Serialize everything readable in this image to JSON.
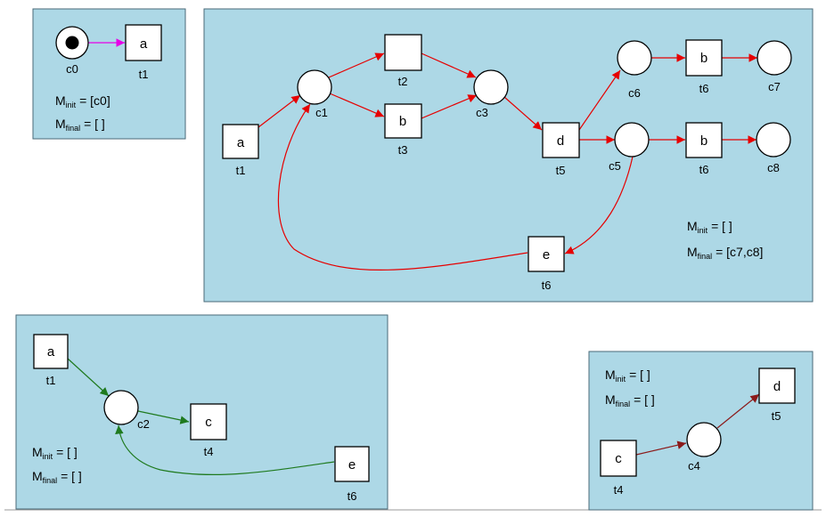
{
  "colors": {
    "panel": "#add8e6",
    "arc_magenta": "#e600e6",
    "arc_red": "#e60000",
    "arc_green": "#1f7a1f",
    "arc_darkred": "#8b1a1a"
  },
  "panels": [
    {
      "id": "p1",
      "places": [
        {
          "id": "c0",
          "label": "c0",
          "tokens": 1
        }
      ],
      "transitions": [
        {
          "id": "t1",
          "symbol": "a",
          "label": "t1"
        }
      ],
      "arcs": [
        {
          "from": "c0",
          "to": "t1",
          "color": "magenta"
        }
      ],
      "m_init": "[c0]",
      "m_final": "[ ]"
    },
    {
      "id": "p2",
      "places": [
        {
          "id": "c1",
          "label": "c1"
        },
        {
          "id": "c3",
          "label": "c3"
        },
        {
          "id": "c5",
          "label": "c5"
        },
        {
          "id": "c6",
          "label": "c6"
        },
        {
          "id": "c7",
          "label": "c7"
        },
        {
          "id": "c8",
          "label": "c8"
        }
      ],
      "transitions": [
        {
          "id": "t1",
          "symbol": "a",
          "label": "t1"
        },
        {
          "id": "t2",
          "symbol": "",
          "label": "t2"
        },
        {
          "id": "t3",
          "symbol": "b",
          "label": "t3"
        },
        {
          "id": "t5",
          "symbol": "d",
          "label": "t5"
        },
        {
          "id": "t6a",
          "symbol": "b",
          "label": "t6"
        },
        {
          "id": "t6b",
          "symbol": "b",
          "label": "t6"
        },
        {
          "id": "t6c",
          "symbol": "e",
          "label": "t6"
        }
      ],
      "arcs": [
        {
          "from": "t1",
          "to": "c1"
        },
        {
          "from": "c1",
          "to": "t2"
        },
        {
          "from": "c1",
          "to": "t3"
        },
        {
          "from": "t2",
          "to": "c3"
        },
        {
          "from": "t3",
          "to": "c3"
        },
        {
          "from": "c3",
          "to": "t5"
        },
        {
          "from": "t5",
          "to": "c6"
        },
        {
          "from": "t5",
          "to": "c5"
        },
        {
          "from": "c6",
          "to": "t6a"
        },
        {
          "from": "t6a",
          "to": "c7"
        },
        {
          "from": "c5",
          "to": "t6b"
        },
        {
          "from": "t6b",
          "to": "c8"
        },
        {
          "from": "c5",
          "to": "t6c"
        },
        {
          "from": "t6c",
          "to": "c1"
        }
      ],
      "m_init": "[ ]",
      "m_final": "[c7,c8]"
    },
    {
      "id": "p3",
      "places": [
        {
          "id": "c2",
          "label": "c2"
        }
      ],
      "transitions": [
        {
          "id": "t1",
          "symbol": "a",
          "label": "t1"
        },
        {
          "id": "t4",
          "symbol": "c",
          "label": "t4"
        },
        {
          "id": "t6",
          "symbol": "e",
          "label": "t6"
        }
      ],
      "arcs": [
        {
          "from": "t1",
          "to": "c2"
        },
        {
          "from": "c2",
          "to": "t4"
        },
        {
          "from": "t6",
          "to": "c2"
        }
      ],
      "m_init": "[ ]",
      "m_final": "[ ]"
    },
    {
      "id": "p4",
      "places": [
        {
          "id": "c4",
          "label": "c4"
        }
      ],
      "transitions": [
        {
          "id": "t4",
          "symbol": "c",
          "label": "t4"
        },
        {
          "id": "t5",
          "symbol": "d",
          "label": "t5"
        }
      ],
      "arcs": [
        {
          "from": "t4",
          "to": "c4"
        },
        {
          "from": "c4",
          "to": "t5"
        }
      ],
      "m_init": "[ ]",
      "m_final": "[ ]"
    }
  ],
  "marking_text": {
    "m": "M",
    "init": "init",
    "final": "final",
    "eq": " = "
  }
}
